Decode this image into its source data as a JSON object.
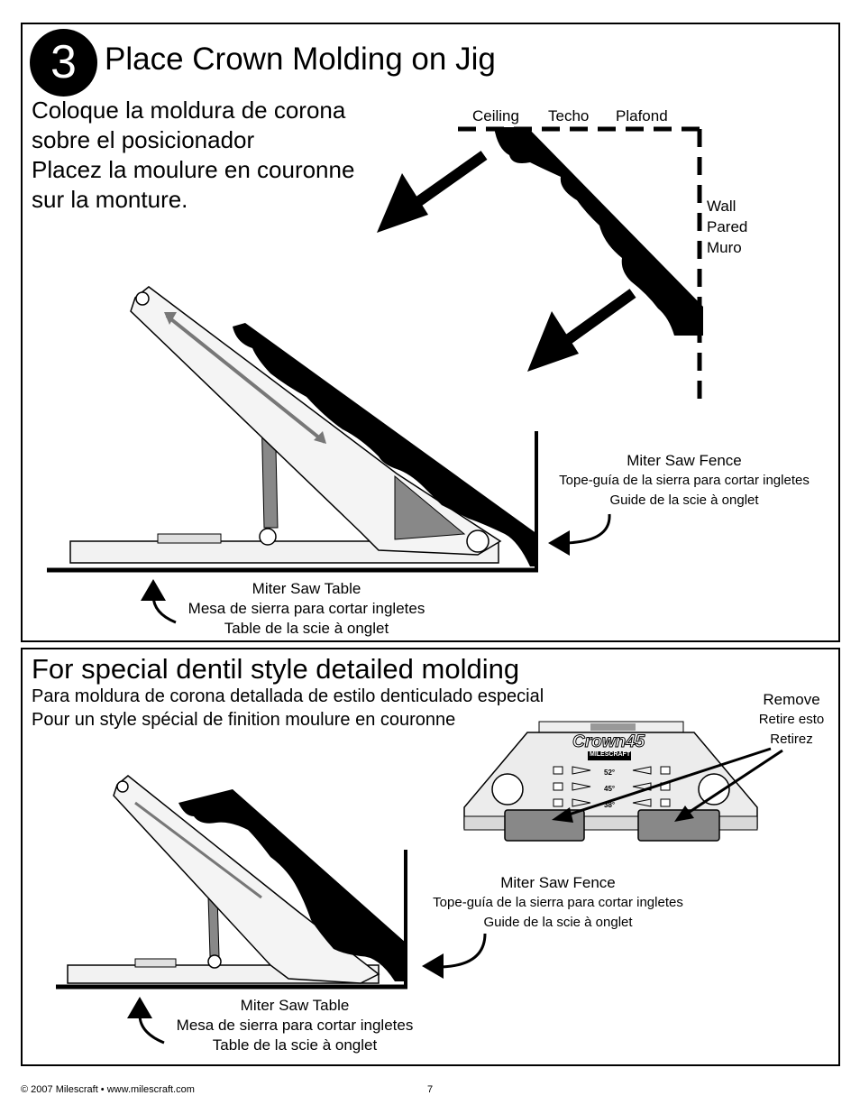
{
  "step": {
    "number": "3",
    "title": "Place Crown Molding on Jig",
    "subtitle_lines": [
      "Coloque la moldura de corona",
      "sobre el posicionador",
      "Placez la moulure en couronne",
      "sur la monture."
    ]
  },
  "diagram1": {
    "ceiling_labels": [
      "Ceiling",
      "Techo",
      "Plafond"
    ],
    "wall_labels": [
      "Wall",
      "Pared",
      "Muro"
    ],
    "fence_labels": [
      "Miter Saw Fence",
      "Tope-guía de la sierra para cortar ingletes",
      "Guide de la scie à onglet"
    ],
    "table_labels": [
      "Miter Saw Table",
      "Mesa de sierra para cortar ingletes",
      "Table de la scie à onglet"
    ]
  },
  "section2": {
    "title": "For special dentil style detailed molding",
    "subtitle_lines": [
      "Para moldura de corona detallada de estilo denticulado especial",
      "Pour un style spécial de finition moulure en couronne"
    ],
    "remove_labels": [
      "Remove",
      "Retire esto",
      "Retirez"
    ],
    "jig_brand": "Crown45",
    "jig_maker": "MILESCRAFT",
    "jig_angles": [
      "52°",
      "45°",
      "38°"
    ],
    "fence_labels": [
      "Miter Saw Fence",
      "Tope-guía de la sierra para cortar ingletes",
      "Guide de la scie à onglet"
    ],
    "table_labels": [
      "Miter Saw Table",
      "Mesa de sierra para cortar ingletes",
      "Table de la scie à onglet"
    ]
  },
  "footer": {
    "copyright": "© 2007 Milescraft • www.milescraft.com",
    "page_number": "7"
  }
}
